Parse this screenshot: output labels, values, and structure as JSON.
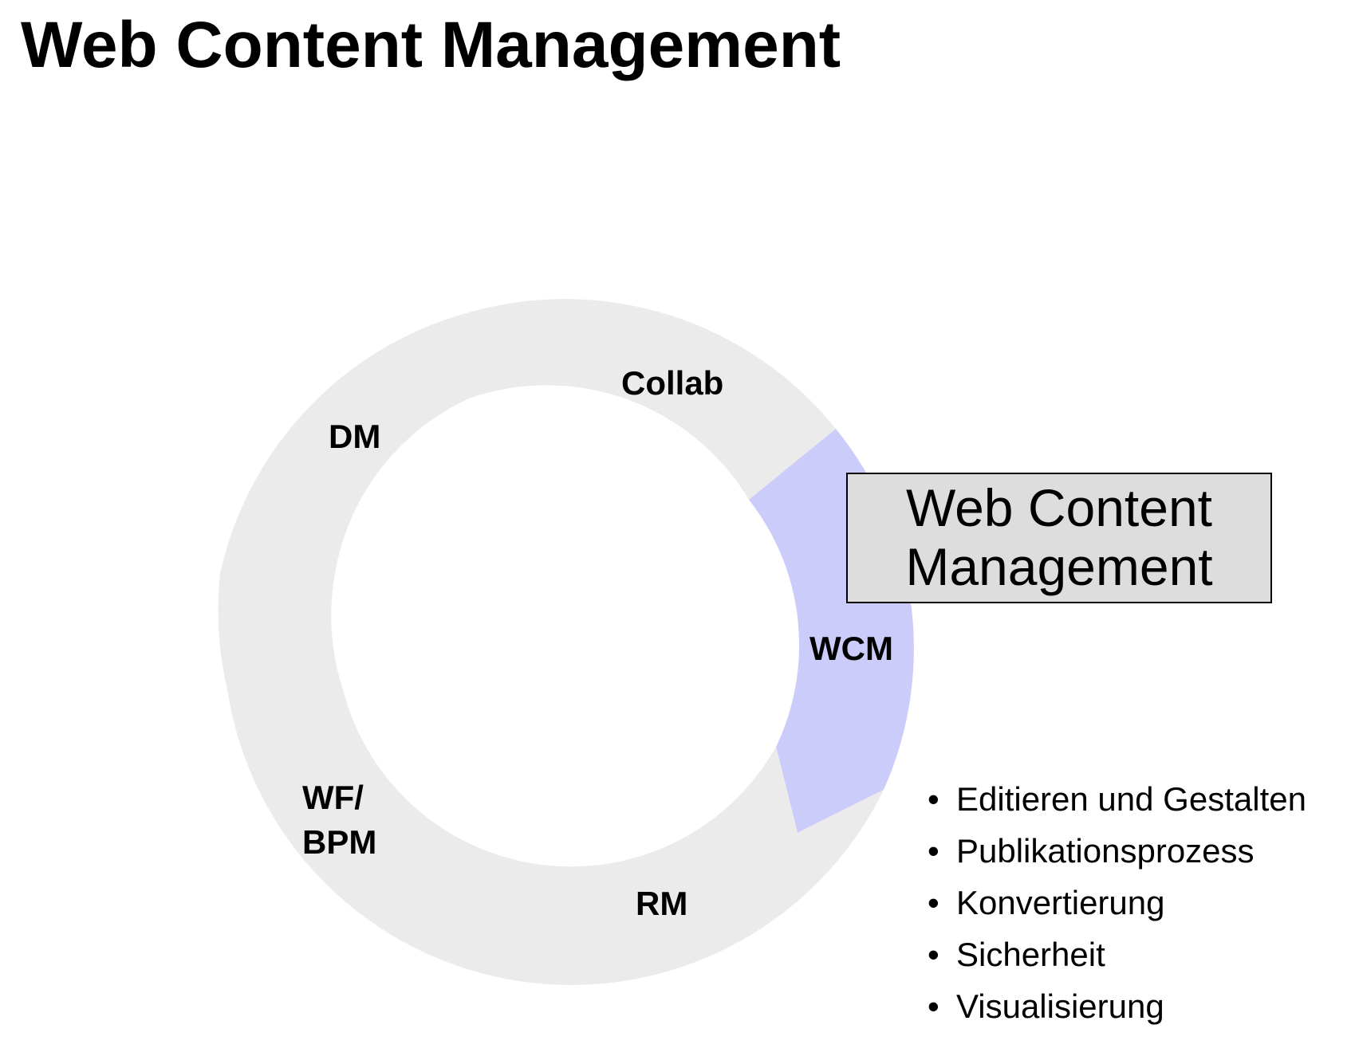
{
  "title": "Web Content Management",
  "diagram": {
    "segments": [
      {
        "id": "collab",
        "lines": [
          "Collab"
        ],
        "highlighted": false
      },
      {
        "id": "wcm",
        "lines": [
          "WCM"
        ],
        "highlighted": true
      },
      {
        "id": "rm",
        "lines": [
          "RM"
        ],
        "highlighted": false
      },
      {
        "id": "wfbpm",
        "lines": [
          "WF/",
          "BPM"
        ],
        "highlighted": false
      },
      {
        "id": "dm",
        "lines": [
          "DM"
        ],
        "highlighted": false
      }
    ],
    "colors": {
      "ring": "#ebebeb",
      "highlight": "#ccccfa",
      "callout_fill": "#dddddd",
      "callout_border": "#000000"
    }
  },
  "callout": {
    "line1": "Web Content",
    "line2": "Management"
  },
  "features": [
    "Editieren und Gestalten",
    "Publikationsprozess",
    "Konvertierung",
    "Sicherheit",
    "Visualisierung"
  ],
  "bullet": "•"
}
